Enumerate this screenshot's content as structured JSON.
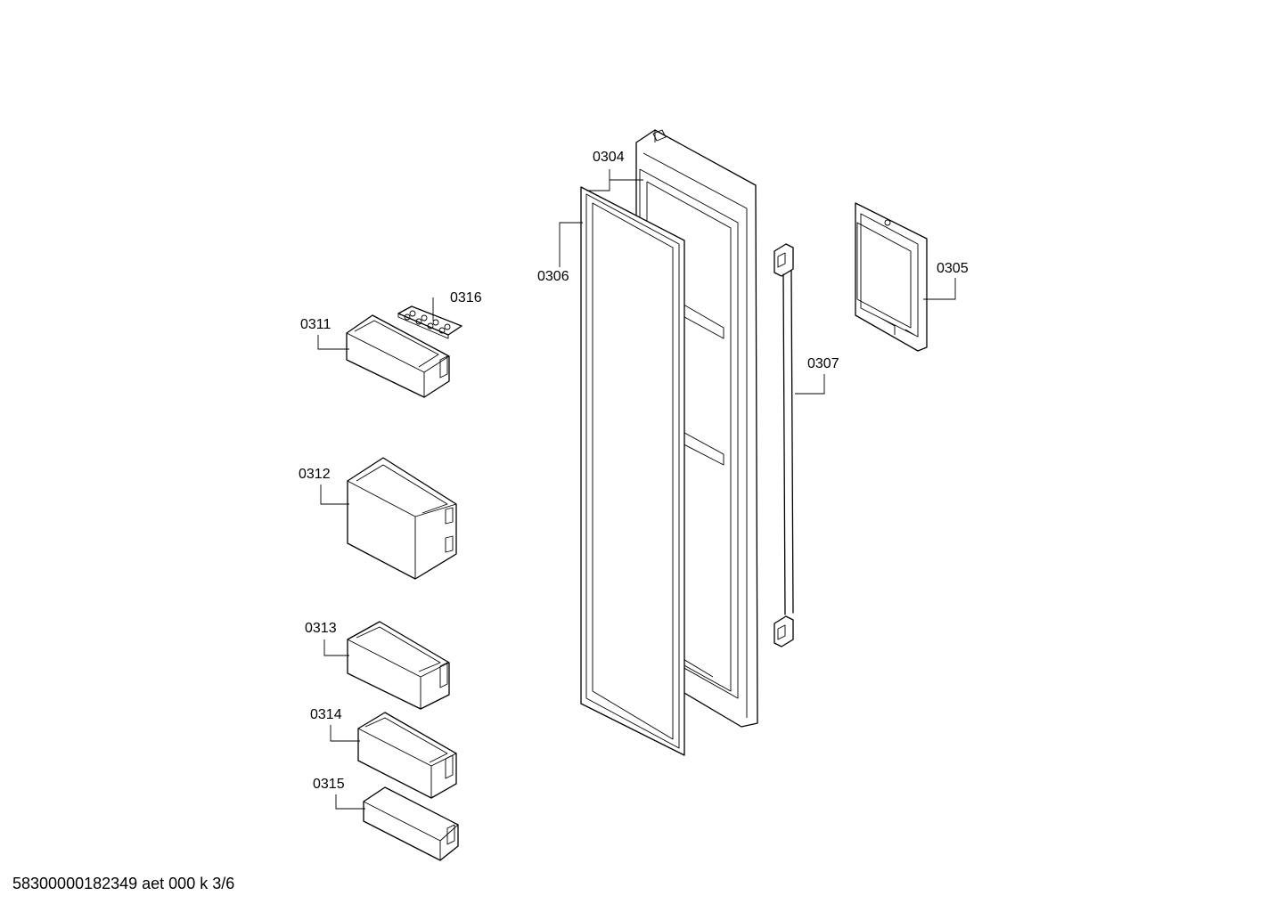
{
  "diagram": {
    "parts": [
      {
        "id": "door_frame",
        "label": "0304"
      },
      {
        "id": "panel",
        "label": "0305"
      },
      {
        "id": "gasket",
        "label": "0306"
      },
      {
        "id": "handle",
        "label": "0307"
      },
      {
        "id": "shelf_1",
        "label": "0311"
      },
      {
        "id": "bin",
        "label": "0312"
      },
      {
        "id": "shelf_2",
        "label": "0313"
      },
      {
        "id": "shelf_3",
        "label": "0314"
      },
      {
        "id": "shelf_4",
        "label": "0315"
      },
      {
        "id": "egg_tray",
        "label": "0316"
      }
    ],
    "footer": "58300000182349 aet 000 k 3/6"
  }
}
